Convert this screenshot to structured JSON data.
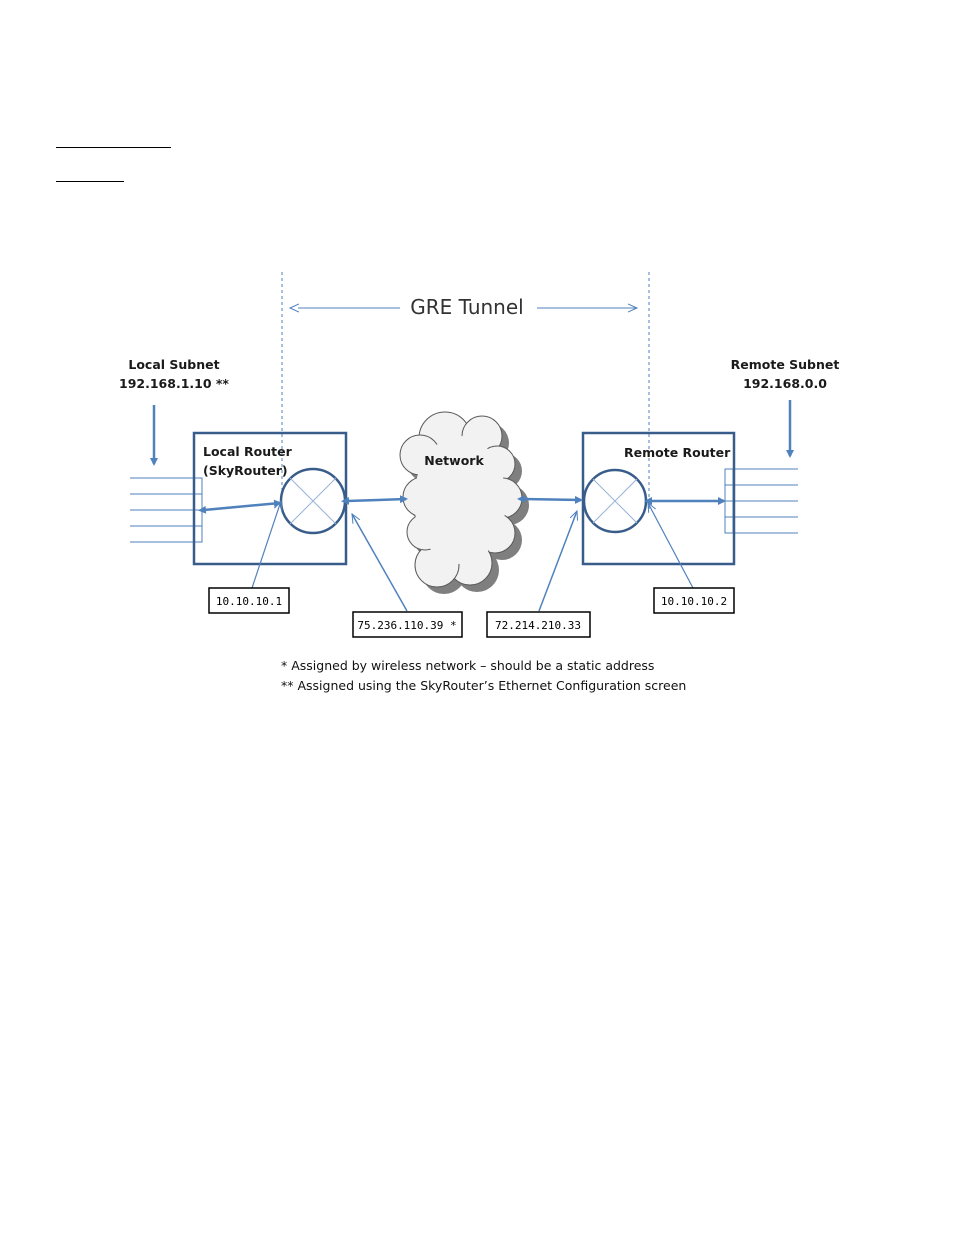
{
  "diagram": {
    "title": "GRE Tunnel",
    "local_subnet": {
      "label": "Local Subnet",
      "address": "192.168.1.10 **"
    },
    "remote_subnet": {
      "label": "Remote Subnet",
      "address": "192.168.0.0"
    },
    "local_router": {
      "label_line1": "Local Router",
      "label_line2": "(SkyRouter)"
    },
    "remote_router": {
      "label": "Remote Router"
    },
    "network": {
      "label": "Network"
    },
    "addresses": {
      "local_tunnel": "10.10.10.1",
      "local_wan": "75.236.110.39 *",
      "remote_wan": "72.214.210.33",
      "remote_tunnel": "10.10.10.2"
    },
    "notes": [
      "* Assigned by wireless network – should be a static address",
      "** Assigned using the SkyRouter’s Ethernet Configuration screen"
    ]
  },
  "colors": {
    "line": "#4f81bd",
    "box_border": "#385d8a",
    "router_border": "#385d8a",
    "cloud_fill": "#f2f2f2",
    "cloud_shadow": "#7f7f7f"
  }
}
